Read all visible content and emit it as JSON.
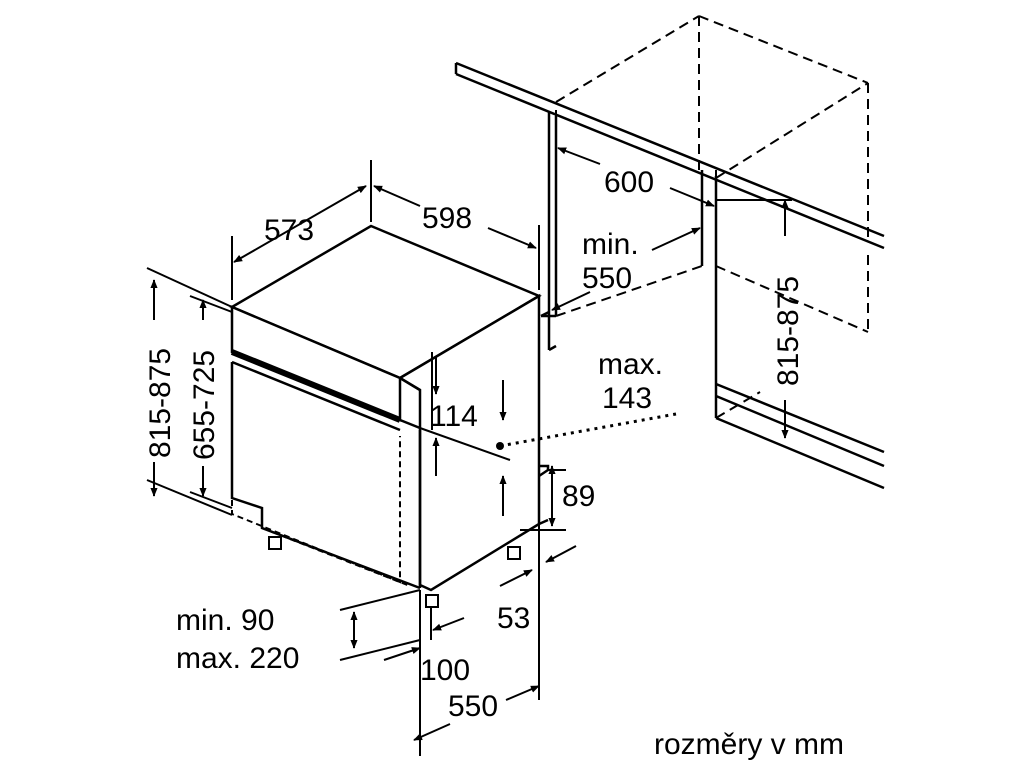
{
  "dimensions": {
    "width_598": "598",
    "depth_573": "573",
    "niche_width_600": "600",
    "niche_depth_min": "min.",
    "niche_depth_550": "550",
    "niche_height": "815-875",
    "total_height": "815-875",
    "panel_height": "655-725",
    "panel_gap_114": "114",
    "panel_overhang_max": "max.",
    "panel_overhang_143": "143",
    "plinth_89": "89",
    "plinth_53": "53",
    "plinth_min": "min. 90",
    "plinth_max": "max. 220",
    "door_100": "100",
    "depth_550": "550"
  },
  "caption": "rozměry v mm"
}
